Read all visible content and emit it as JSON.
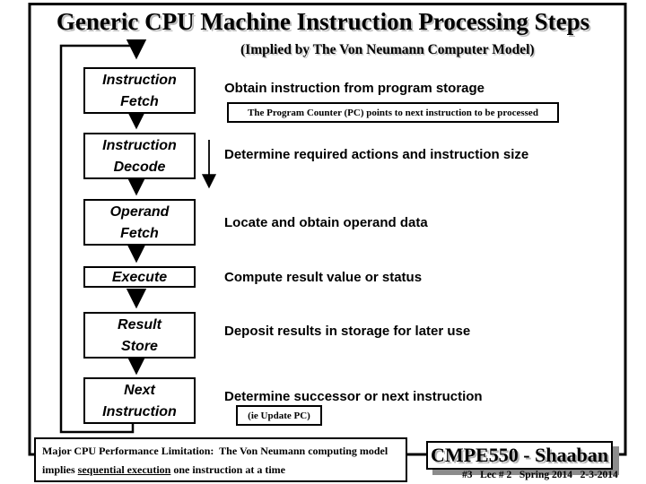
{
  "slide": {
    "title": "Generic CPU Machine Instruction Processing Steps",
    "subtitle": "(Implied by The Von Neumann Computer Model)"
  },
  "flow": {
    "steps": [
      {
        "id": "instruction-fetch",
        "line1": "Instruction",
        "line2": "Fetch"
      },
      {
        "id": "instruction-decode",
        "line1": "Instruction",
        "line2": "Decode"
      },
      {
        "id": "operand-fetch",
        "line1": "Operand",
        "line2": "Fetch"
      },
      {
        "id": "execute",
        "line1": "Execute",
        "line2": ""
      },
      {
        "id": "result-store",
        "line1": "Result",
        "line2": "Store"
      },
      {
        "id": "next-instruction",
        "line1": "Next",
        "line2": "Instruction"
      }
    ]
  },
  "descriptions": {
    "fetch": "Obtain instruction from program storage",
    "pc_note": "The Program Counter (PC) points to next instruction to be processed",
    "decode": "Determine required actions and instruction size",
    "operand": "Locate and obtain operand data",
    "execute": "Compute result value or status",
    "result": "Deposit results in storage for later use",
    "next": "Determine successor or next instruction",
    "update_pc_note": "(ie Update PC)"
  },
  "footer": {
    "limitation_line1": "Major CPU Performance Limitation:  The Von Neumann computing model",
    "limitation_line2_prefix": "implies ",
    "limitation_line2_underlined": "sequential execution",
    "limitation_line2_suffix": " one instruction at a time",
    "course_badge": "CMPE550 - Shaaban",
    "slide_info": "#3   Lec # 2   Spring 2014   2-3-2014"
  },
  "colors": {
    "ink": "#000000",
    "background": "#ffffff",
    "shadow_gray": "#8c8c8c",
    "text_shadow_gray": "#bdbdbd"
  }
}
